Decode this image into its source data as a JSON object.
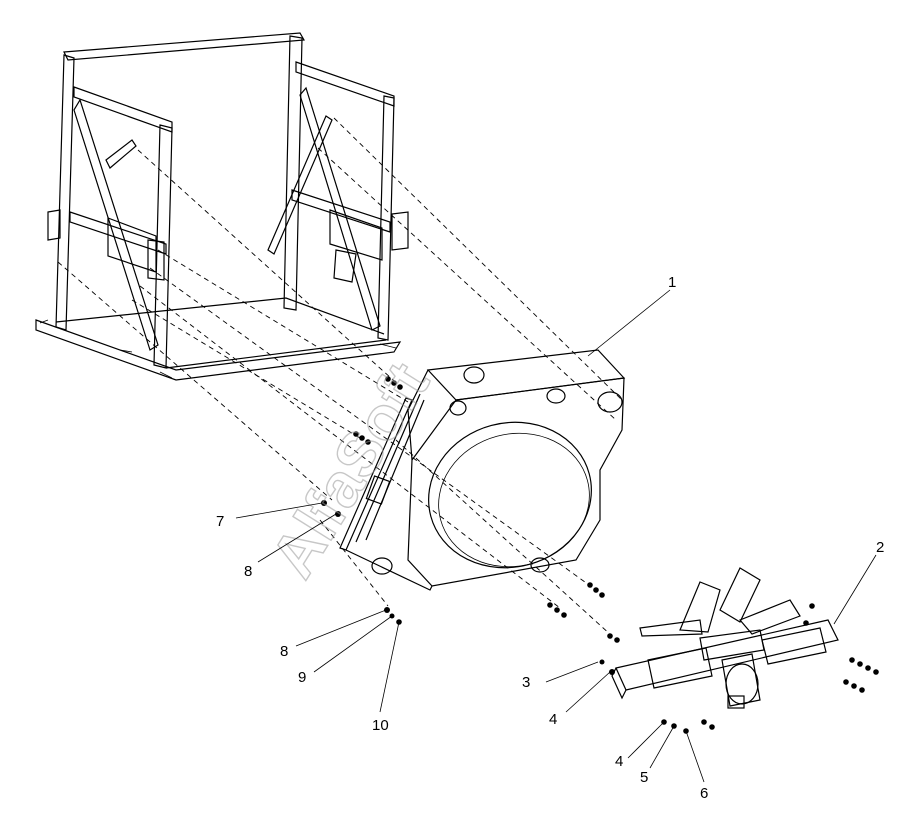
{
  "watermark": "AlfaSoft",
  "callouts": [
    {
      "id": "c1",
      "label": "1"
    },
    {
      "id": "c2",
      "label": "2"
    },
    {
      "id": "c3",
      "label": "3"
    },
    {
      "id": "c4a",
      "label": "4"
    },
    {
      "id": "c4b",
      "label": "4"
    },
    {
      "id": "c5",
      "label": "5"
    },
    {
      "id": "c6",
      "label": "6"
    },
    {
      "id": "c7",
      "label": "7"
    },
    {
      "id": "c8a",
      "label": "8"
    },
    {
      "id": "c8b",
      "label": "8"
    },
    {
      "id": "c9",
      "label": "9"
    },
    {
      "id": "c10",
      "label": "10"
    }
  ]
}
